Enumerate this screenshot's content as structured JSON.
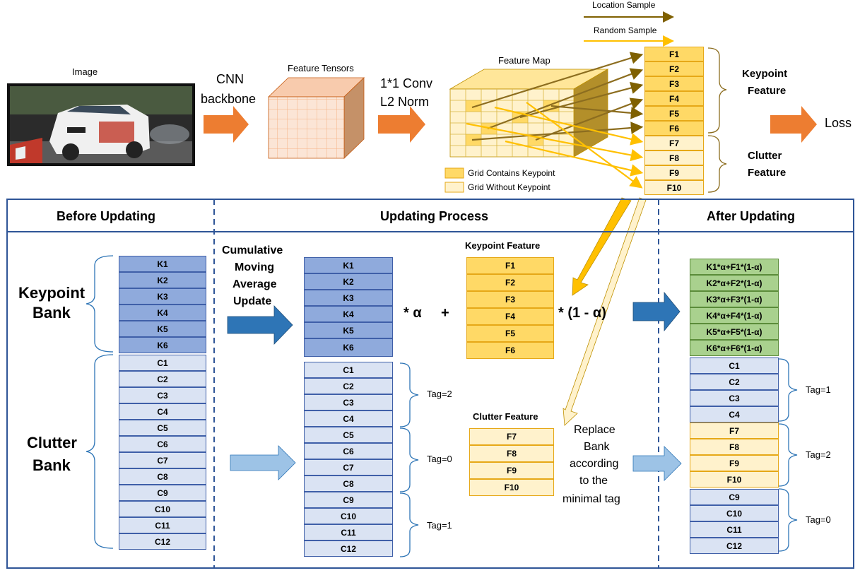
{
  "top": {
    "image_label": "Image",
    "cnn_label_1": "CNN",
    "cnn_label_2": "backbone",
    "tensor_label": "Feature Tensors",
    "conv_label_1": "1*1 Conv",
    "conv_label_2": "L2 Norm",
    "feature_map_label": "Feature Map",
    "location_sample": "Location Sample",
    "random_sample": "Random Sample",
    "legend_keypoint": "Grid Contains Keypoint",
    "legend_without": "Grid Without Keypoint",
    "keypoint_feature_1": "Keypoint",
    "keypoint_feature_2": "Feature",
    "clutter_feature_1": "Clutter",
    "clutter_feature_2": "Feature",
    "loss": "Loss",
    "features": [
      "F1",
      "F2",
      "F3",
      "F4",
      "F5",
      "F6",
      "F7",
      "F8",
      "F9",
      "F10"
    ]
  },
  "headers": {
    "before": "Before Updating",
    "process": "Updating Process",
    "after": "After Updating"
  },
  "before": {
    "keypoint_bank_1": "Keypoint",
    "keypoint_bank_2": "Bank",
    "clutter_bank_1": "Clutter",
    "clutter_bank_2": "Bank",
    "k": [
      "K1",
      "K2",
      "K3",
      "K4",
      "K5",
      "K6"
    ],
    "c": [
      "C1",
      "C2",
      "C3",
      "C4",
      "C5",
      "C6",
      "C7",
      "C8",
      "C9",
      "C10",
      "C11",
      "C12"
    ]
  },
  "process": {
    "cma_1": "Cumulative",
    "cma_2": "Moving",
    "cma_3": "Average",
    "cma_4": "Update",
    "k": [
      "K1",
      "K2",
      "K3",
      "K4",
      "K5",
      "K6"
    ],
    "c": [
      "C1",
      "C2",
      "C3",
      "C4",
      "C5",
      "C6",
      "C7",
      "C8",
      "C9",
      "C10",
      "C11",
      "C12"
    ],
    "times_alpha": "* α",
    "plus": "+",
    "keypoint_feature_title": "Keypoint Feature",
    "kf": [
      "F1",
      "F2",
      "F3",
      "F4",
      "F5",
      "F6"
    ],
    "times_one_minus_alpha": "* (1 - α)",
    "clutter_feature_title": "Clutter Feature",
    "cf": [
      "F7",
      "F8",
      "F9",
      "F10"
    ],
    "tags": [
      "Tag=2",
      "Tag=0",
      "Tag=1"
    ],
    "replace_1": "Replace",
    "replace_2": "Bank",
    "replace_3": "according",
    "replace_4": "to the",
    "replace_5": "minimal tag"
  },
  "after": {
    "k": [
      "K1*α+F1*(1-α)",
      "K2*α+F2*(1-α)",
      "K3*α+F3*(1-α)",
      "K4*α+F4*(1-α)",
      "K5*α+F5*(1-α)",
      "K6*α+F6*(1-α)"
    ],
    "c_top": [
      "C1",
      "C2",
      "C3",
      "C4"
    ],
    "f_mid": [
      "F7",
      "F8",
      "F9",
      "F10"
    ],
    "c_bot": [
      "C9",
      "C10",
      "C11",
      "C12"
    ],
    "tags": [
      "Tag=1",
      "Tag=2",
      "Tag=0"
    ]
  },
  "colors": {
    "orange_arrow": "#ed7d31",
    "blue_arrow": "#2e75b6",
    "light_blue_arrow": "#9dc3e6",
    "brown_arrow": "#8c6d1f",
    "gold_arrow": "#ffc000",
    "frame": "#2f5597"
  }
}
